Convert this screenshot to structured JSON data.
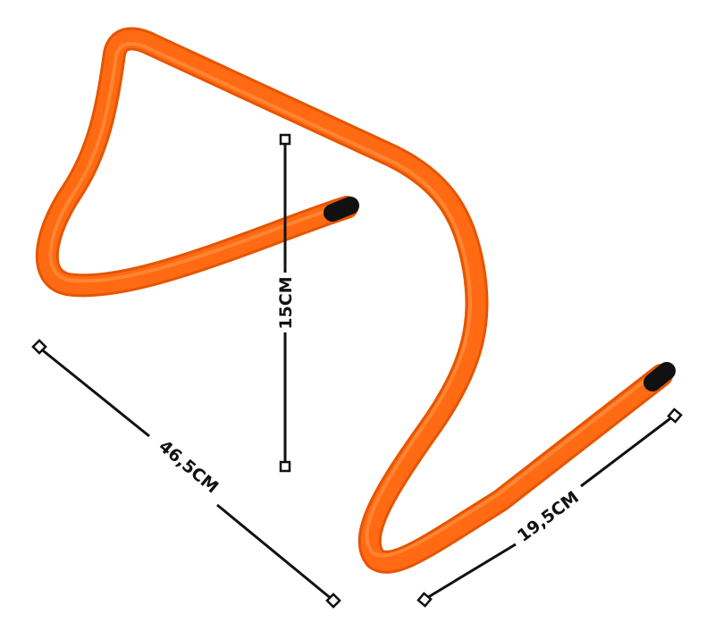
{
  "image": {
    "subject": "hurdle-icon",
    "colors": {
      "tube": "#ff6a13",
      "tube_shadow": "#e55500",
      "tube_highlight": "#ff9a4d",
      "end_cap": "#111111",
      "dimension_line": "#111111",
      "background": "#ffffff"
    }
  },
  "dimensions": {
    "height_label": "15CM",
    "length_label": "46,5CM",
    "foot_label": "19,5CM"
  }
}
